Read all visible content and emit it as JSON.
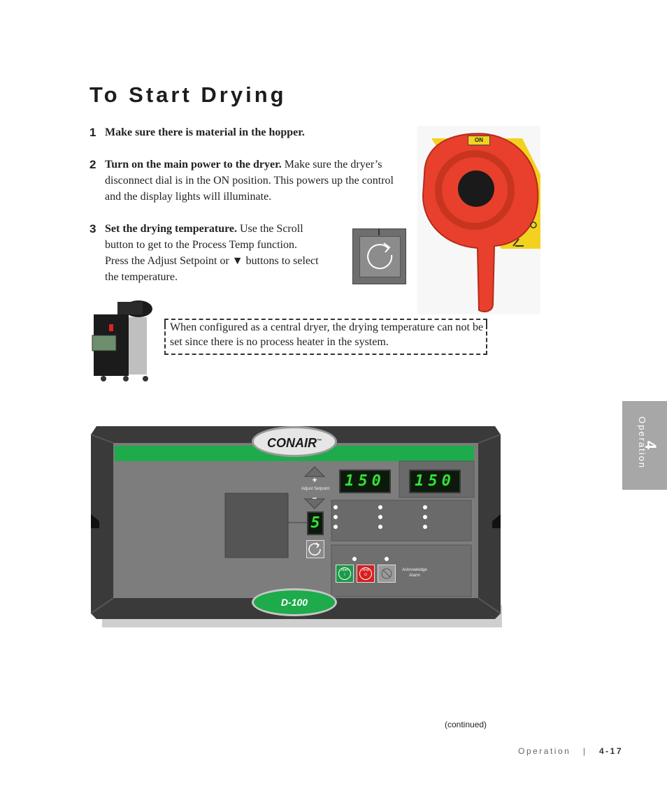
{
  "title": "To Start Drying",
  "steps": [
    {
      "num": "1",
      "bold": "Make sure there is material in the hopper.",
      "text": ""
    },
    {
      "num": "2",
      "bold": "Turn on the main power to the dryer.",
      "text": " Make sure the dryer’s disconnect dial is in the ON position.  This powers up the control and the display lights will illuminate."
    },
    {
      "num": "3",
      "bold": "Set the drying temperature.",
      "text": " Use the Scroll button to get to the Process Temp function. Press the Adjust Setpoint     or ▼ buttons to select the temperature."
    }
  ],
  "note": "When configured as a central dryer, the drying temperature can not be set since there is no process heater in the system.",
  "dial": {
    "on_label": "ON"
  },
  "panel": {
    "brand": "CONAIR",
    "trademark": "™",
    "adjust_setpoint_label": "Adjust Setpoint",
    "plus": "+",
    "minus": "−",
    "display_left": "150",
    "display_right": "150",
    "function_digit": "5",
    "start_label": "Start",
    "start_symbol": "I",
    "stop_label": "Stop",
    "stop_symbol": "O",
    "ack_label_1": "Acknowledge",
    "ack_label_2": "Alarm",
    "model": "D-100"
  },
  "side_tab": {
    "number": "4",
    "label": "Operation"
  },
  "continued": "(continued)",
  "footer": {
    "section": "Operation",
    "separator": "|",
    "page": "4-17"
  },
  "colors": {
    "led_green": "#35e035",
    "panel_green": "#1eab4b",
    "dial_red": "#e8402c",
    "dial_yellow": "#f2d21e"
  }
}
